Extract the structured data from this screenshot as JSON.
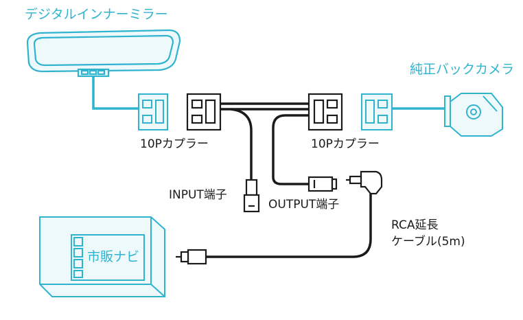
{
  "colors": {
    "accent": "#2fb3cf",
    "accent_fill": "#eef9fc",
    "line": "#1a1a1a",
    "background": "#ffffff"
  },
  "labels": {
    "mirror": "デジタルインナーミラー",
    "camera": "純正バックカメラ",
    "coupler_left": "10Pカプラー",
    "coupler_right": "10Pカプラー",
    "input": "INPUT端子",
    "output": "OUTPUT端子",
    "rca_line1": "RCA延長",
    "rca_line2": "ケーブル(5m)",
    "navi": "市販ナビ"
  }
}
